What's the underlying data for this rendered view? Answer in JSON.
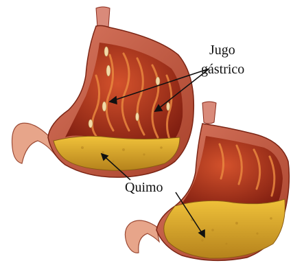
{
  "labels": {
    "gastric_juice_line1": "Jugo",
    "gastric_juice_line2": "gástrico",
    "chyme": "Quimo"
  },
  "colors": {
    "stomach_wall": "#c8553d",
    "stomach_wall_dark": "#8a2b1c",
    "stomach_interior": "#b83a22",
    "mucosa_folds": "#e07a3a",
    "chyme": "#d9a52a",
    "chyme_dark": "#a9761a",
    "esophagus": "#d98a7a",
    "duodenum": "#e7a58a",
    "pointer_line": "#111111"
  },
  "icons": [
    "stomach-illustration",
    "stomach-illustration"
  ]
}
